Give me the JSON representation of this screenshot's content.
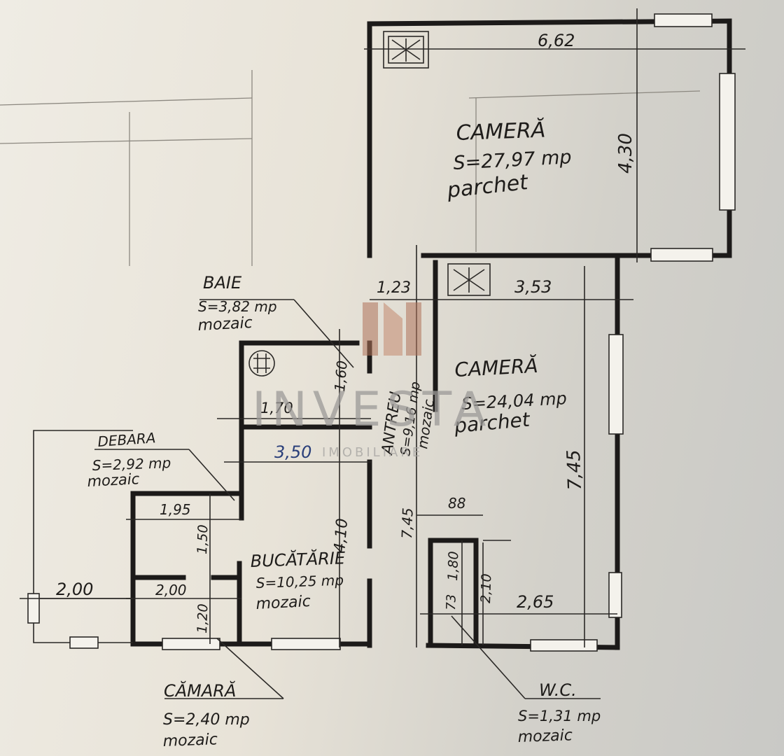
{
  "rooms": {
    "camera_top": {
      "name": "CAMERĂ",
      "area": "S=27,97 mp",
      "floor": "parchet"
    },
    "camera_mid": {
      "name": "CAMERĂ",
      "area": "S=24,04 mp",
      "floor": "parchet"
    },
    "baie": {
      "name": "BAIE",
      "area": "S=3,82 mp",
      "floor": "mozaic"
    },
    "debara": {
      "name": "DEBARA",
      "area": "S=2,92 mp",
      "floor": "mozaic"
    },
    "bucatarie": {
      "name": "BUCĂTĂRIE",
      "area": "S=10,25 mp",
      "floor": "mozaic"
    },
    "antreu": {
      "name": "ANTREU",
      "area": "S=9,16 mp",
      "floor": "mozaic"
    },
    "camara": {
      "name": "CĂMARĂ",
      "area": "S=2,40 mp",
      "floor": "mozaic"
    },
    "wc": {
      "name": "W.C.",
      "area": "S=1,31 mp",
      "floor": "mozaic"
    }
  },
  "dimensions": {
    "top_width": "6,62",
    "top_height": "4,30",
    "antreu_width": "1,23",
    "mid_width": "3,53",
    "baie_height": "1,60",
    "baie_width": "1,70",
    "bucatarie_width": "3,50",
    "bucatarie_height": "4,10",
    "mid_height": "7,45",
    "antreu_height": "7,45",
    "wc_width": "88",
    "wc_height": "1,80",
    "wc_height2": "2,10",
    "mid_bottom_width": "2,65",
    "debara_width": "1,95",
    "debara_height": "1,50",
    "camara_width": "2,00",
    "camara_height": "1,20",
    "outer_width": "2,00",
    "wc_small": "73"
  },
  "watermark": {
    "brand": "INVESTA",
    "sub": "IMOBILIARE",
    "color": "#b0735a"
  }
}
